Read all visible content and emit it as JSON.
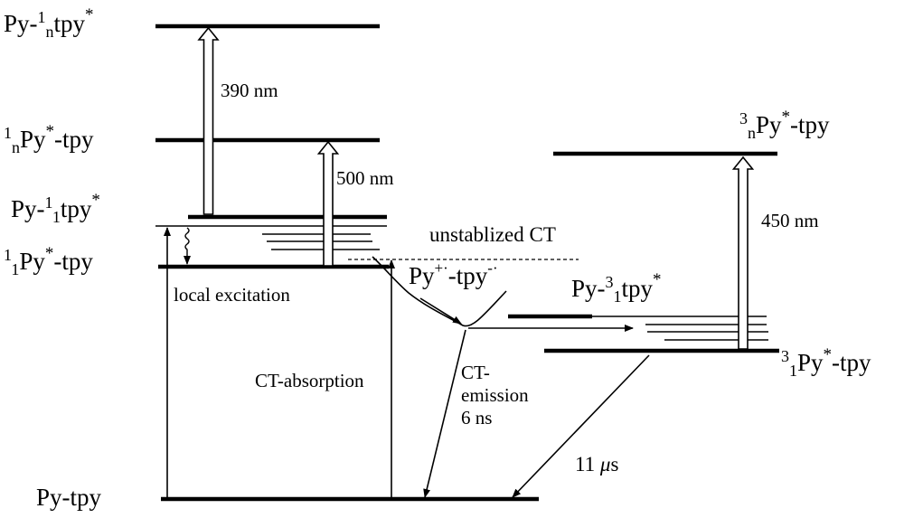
{
  "labels": {
    "py_1n_tpy": {
      "a": "Py-",
      "b": "1",
      "c": "n",
      "d": "tpy",
      "e": "*"
    },
    "n1_py_tpy": {
      "a": "1",
      "b": "n",
      "c": "Py",
      "d": "*",
      "e": "-tpy"
    },
    "py_11_tpy": {
      "a": "Py-",
      "b": "1",
      "c": "1",
      "d": "tpy",
      "e": "*"
    },
    "l11_py_tpy": {
      "a": "1",
      "b": "1",
      "c": "Py",
      "d": "*",
      "e": "-tpy"
    },
    "ct_state": {
      "a": "Py",
      "b": "+·",
      "c": "-tpy",
      "d": "-·"
    },
    "py_31_tpy": {
      "a": "Py-",
      "b": "3",
      "c": "1",
      "d": "tpy",
      "e": "*"
    },
    "n3_py_tpy": {
      "a": "3",
      "b": "n",
      "c": "Py",
      "d": "*",
      "e": "-tpy"
    },
    "l31_py_tpy": {
      "a": "3",
      "b": "1",
      "c": "Py",
      "d": "*",
      "e": "-tpy"
    },
    "ground": "Py-tpy"
  },
  "annotations": {
    "nm390": "390 nm",
    "nm500": "500 nm",
    "nm450": "450 nm",
    "unstablized_ct": "unstablized CT",
    "local_excitation": "local excitation",
    "ct_absorption": "CT-absorption",
    "ct_emission_1": "CT-",
    "ct_emission_2": "emission",
    "ct_emission_3": "6 ns",
    "lifetime_a": "11 ",
    "lifetime_mu": "μ",
    "lifetime_b": "s"
  }
}
